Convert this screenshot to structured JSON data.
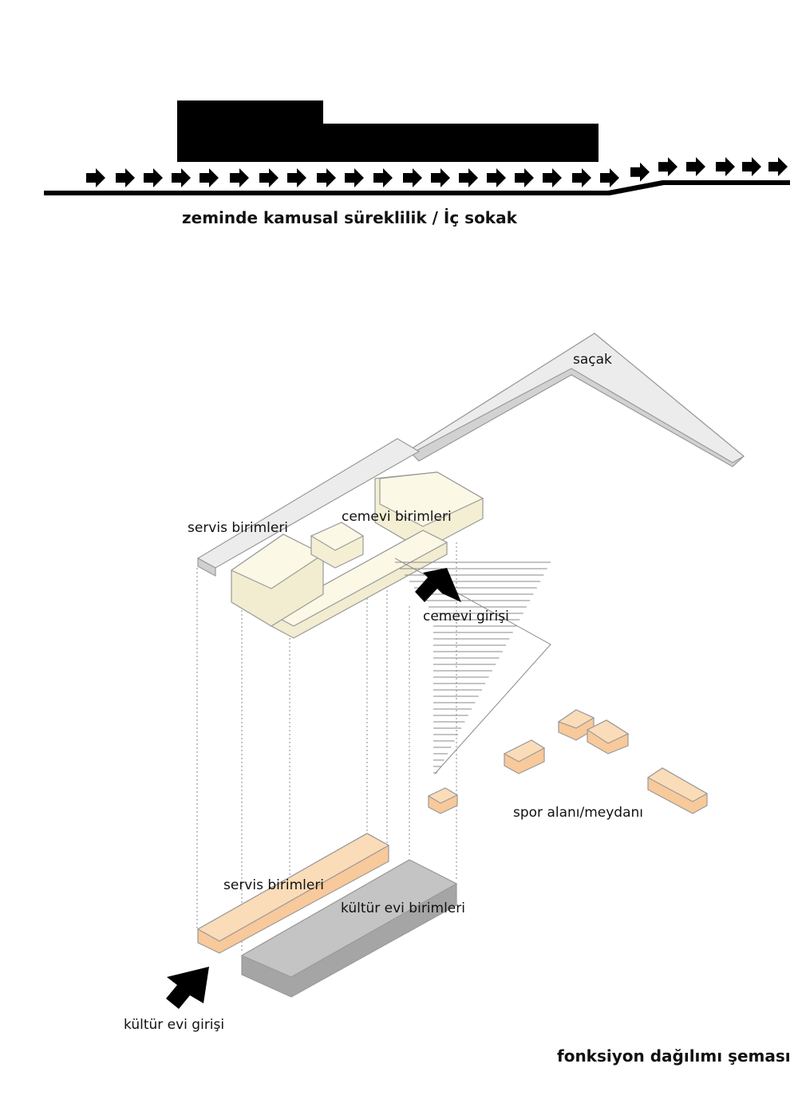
{
  "section": {
    "caption": "zeminde kamusal süreklilik / İç sokak"
  },
  "axonometric": {
    "labels": {
      "sacak": "saçak",
      "servis_upper": "servis birimleri",
      "cemevi_units": "cemevi birimleri",
      "cemevi_entrance": "cemevi girişi",
      "spor": "spor alanı/meydanı",
      "servis_lower": "servis birimleri",
      "kultur_units": "kültür evi birimleri",
      "kultur_entrance": "kültür evi girişi"
    },
    "title": "fonksiyon dağılımı şeması"
  },
  "colors": {
    "black": "#000000",
    "roof_grey": "#e6e6e6",
    "cream": "#f7f3dc",
    "orange": "#f8c99a",
    "dark_grey": "#a5a5a5"
  }
}
